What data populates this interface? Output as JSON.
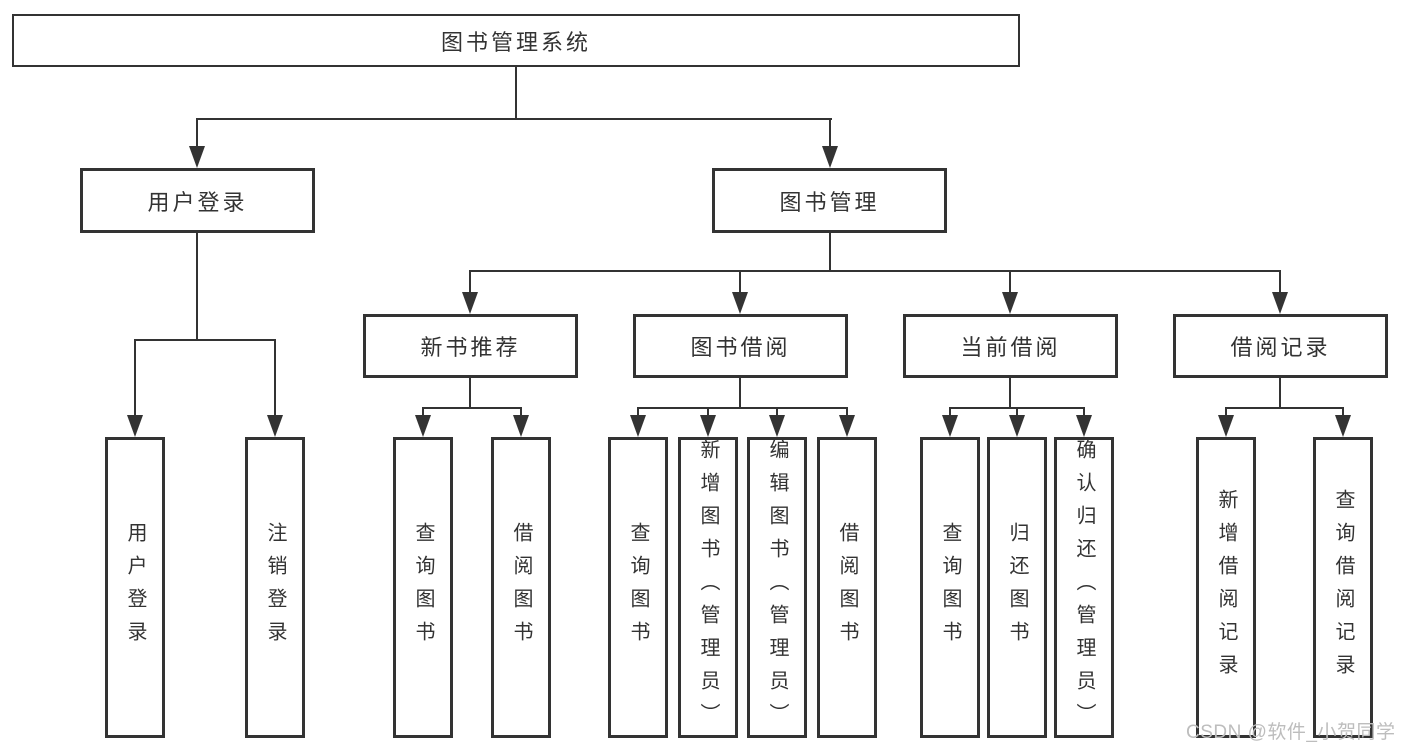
{
  "diagram": {
    "root_label": "图书管理系统",
    "branches": [
      {
        "label": "用户登录",
        "children": [
          "用户登录",
          "注销登录"
        ]
      },
      {
        "label": "图书管理"
      }
    ],
    "modules": [
      {
        "label": "新书推荐",
        "children": [
          "查询图书",
          "借阅图书"
        ]
      },
      {
        "label": "图书借阅",
        "children": [
          "查询图书",
          "新增图书（管理员）",
          "编辑图书（管理员）",
          "借阅图书"
        ]
      },
      {
        "label": "当前借阅",
        "children": [
          "查询图书",
          "归还图书",
          "确认归还（管理员）"
        ]
      },
      {
        "label": "借阅记录",
        "children": [
          "新增借阅记录",
          "查询借阅记录"
        ]
      }
    ]
  },
  "watermark": {
    "text": "CSDN @软件_小贺同学"
  },
  "colors": {
    "line": "#333333",
    "box_border": "#333333",
    "text": "#333333",
    "watermark": "#bdbdbd",
    "background": "#ffffff"
  }
}
